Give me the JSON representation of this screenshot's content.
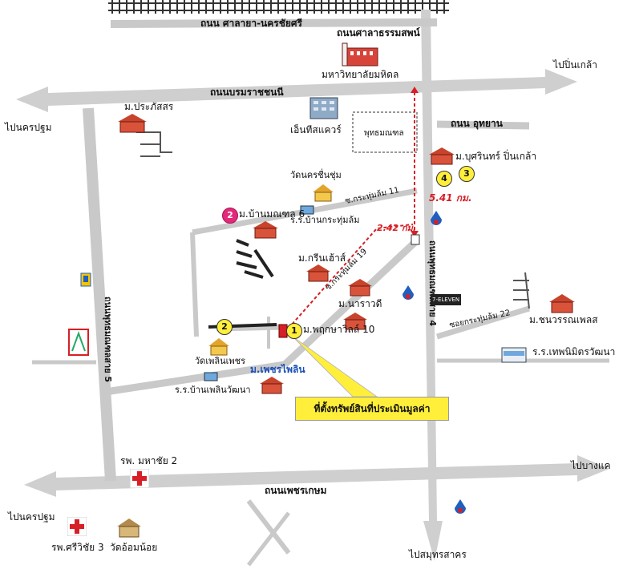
{
  "roads": {
    "sala_nakhonchaisri": "ถนน ศาลายา-นครชัยศรี",
    "salathammasop": "ถนนศาลาธรรมสพน์",
    "borommaratchachonnani": "ถนนบรมราชชนนี",
    "utthayan": "ถนน อุทยาน",
    "phutthamonthon_5": "ถนนพุทธมณฑลสาย 5",
    "phutthamonthon_4": "ถนนพุทธมณฑลสาย 4",
    "phetkasem": "ถนนเพชรเกษม",
    "krathum_lom_11": "ซ.กระทุ่มล้ม 11",
    "krathum_lom_19": "ซ.กระทุ่มล้ม 19",
    "krathum_lom_22": "ซอยกระทุ่มล้ม 22"
  },
  "directions": {
    "pinklao": "ไปปิ่นเกล้า",
    "nakhonpathom_top": "ไปนครปฐม",
    "bangkhae": "ไปบางแค",
    "nakhonpathom_bottom": "ไปนครปฐม",
    "samutsakhon": "ไปสมุทรสาคร"
  },
  "places": {
    "mahidol": "มหาวิทยาลัยมหิดล",
    "prapatson": "ม.ประภัสสร",
    "nt_square": "เอ็นทีสแควร์",
    "phutthamonthon": "พุทธมณฑล",
    "buskarin": "ม.บุศรินทร์ ปิ่นเกล้า",
    "wat_khonchuen": "วัดนครชื่นชุ่ม",
    "school_krathum": "ร.ร.บ้านกระทุ่มล้ม",
    "ban_monthon": "ม.บ้านมณฑล 6",
    "green_house": "ม.กรีนเฮ้าส์",
    "narawadee": "ม.นาราวดี",
    "phruksa": "ม.พฤกษาวิลล์ 10",
    "wat_phleng": "วัดเพลินเพชร",
    "phetphailin": "ม.เพชรไพลิน",
    "school_phleng": "ร.ร.บ้านเพลินวัฒนา",
    "chanwarin": "ม.ชนวรรณเพลส",
    "school_thep": "ร.ร.เทพนิมิตรวัฒนา",
    "maha_chai": "รพ. มหาชัย 2",
    "sriwichai": "รพ.ศรีวิชัย 3",
    "wat_omnoi": "วัดอ้อมน้อย",
    "seven": "7-ELEVEN"
  },
  "distances": {
    "d1": "5.41 กม.",
    "d2": "2.42 กม."
  },
  "markers": {
    "m1": "1",
    "m2": "2",
    "m2_pink": "2",
    "m3": "3",
    "m4": "4"
  },
  "callout": "ที่ตั้งทรัพย์สินที่ประเมินมูลค่า",
  "colors": {
    "road": "#c9c9c9",
    "arrow": "#cfcfcf",
    "route_dash": "#d61f26",
    "callout_bg": "#ffef3a",
    "house_roof": "#c8432b",
    "badge_yellow": "#ffef3a",
    "badge_pink": "#e4297a",
    "hospital_cross": "#d61f26",
    "ptt_blue": "#1f5fbf"
  }
}
